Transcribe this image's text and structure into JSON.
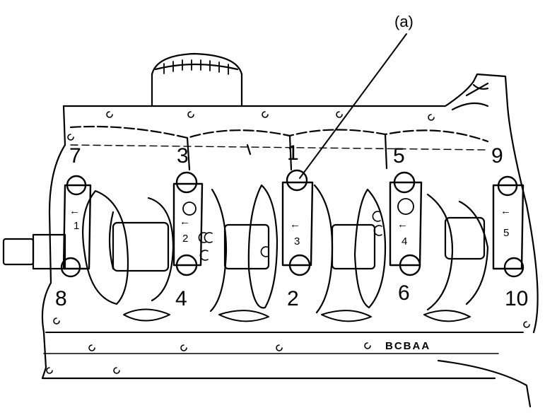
{
  "callout": {
    "label": "(a)"
  },
  "bolt_numbers": {
    "b1": "1",
    "b2": "2",
    "b3": "3",
    "b4": "4",
    "b5": "5",
    "b6": "6",
    "b7": "7",
    "b8": "8",
    "b9": "9",
    "b10": "10"
  },
  "cap_numbers": {
    "c1": "1",
    "c2": "2",
    "c3": "3",
    "c4": "4",
    "c5": "5"
  },
  "cap_arrow": "←",
  "casting_marks": "BCBAA"
}
